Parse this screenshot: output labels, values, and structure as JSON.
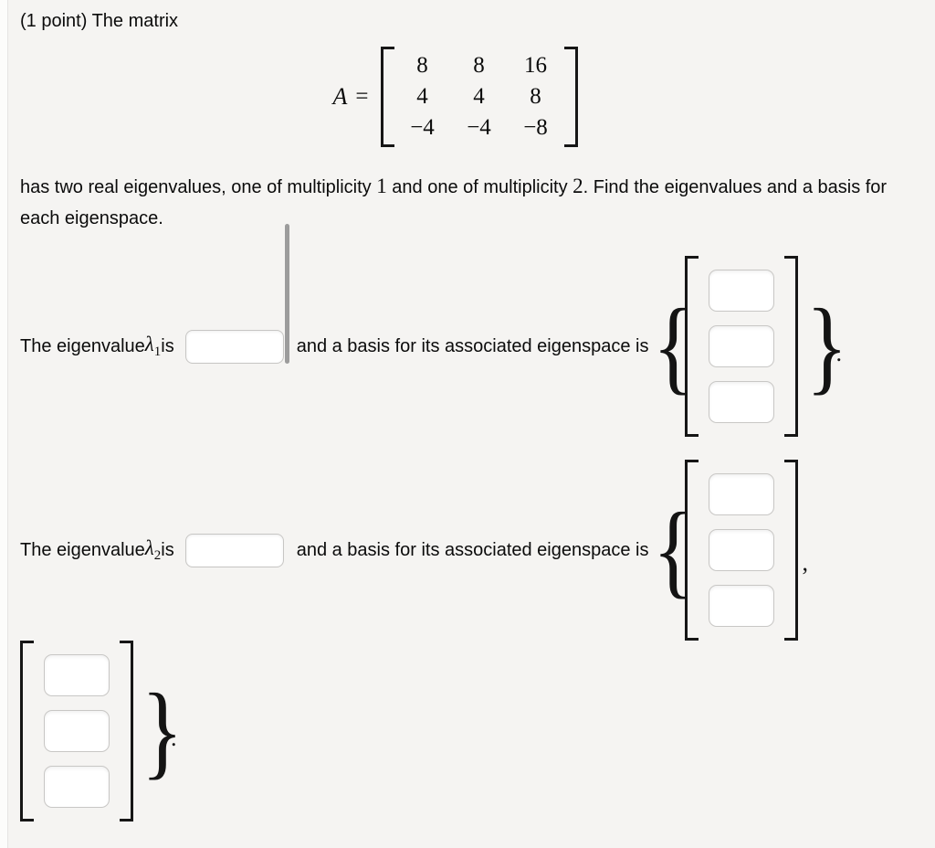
{
  "colors": {
    "background": "#f5f4f2",
    "input_border": "#c8c7c5",
    "bracket": "#161616",
    "drag_bar": "#9c9c9c"
  },
  "header": {
    "points": "(1 point)",
    "intro": "The matrix"
  },
  "matrix_a": {
    "symbol": "A",
    "equals": "=",
    "rows": [
      [
        "8",
        "8",
        "16"
      ],
      [
        "4",
        "4",
        "8"
      ],
      [
        "−4",
        "−4",
        "−8"
      ]
    ]
  },
  "description": {
    "part1": "has two real eigenvalues, one of multiplicity ",
    "mult1": "1",
    "part2": " and one of multiplicity ",
    "mult2": "2",
    "part3": ". Find the eigenvalues and a basis for each eigenspace."
  },
  "row1": {
    "prefix": "The eigenvalue ",
    "lambda": "λ",
    "lambda_sub": "1",
    "suffix": " is",
    "connector": "and a basis for its associated eigenspace is",
    "brace_open": "{",
    "brace_close": "}",
    "period": ".",
    "eigenvalue_input": {
      "value": ""
    },
    "basis": {
      "vector1": {
        "entries": [
          "",
          "",
          ""
        ]
      }
    }
  },
  "row2": {
    "prefix": "The eigenvalue ",
    "lambda": "λ",
    "lambda_sub": "2",
    "suffix": " is",
    "connector": "and a basis for its associated eigenspace is",
    "brace_open": "{",
    "brace_close": "}",
    "comma": ",",
    "period": ".",
    "eigenvalue_input": {
      "value": ""
    },
    "basis": {
      "vector1": {
        "entries": [
          "",
          "",
          ""
        ]
      },
      "vector2": {
        "entries": [
          "",
          "",
          ""
        ]
      }
    }
  }
}
